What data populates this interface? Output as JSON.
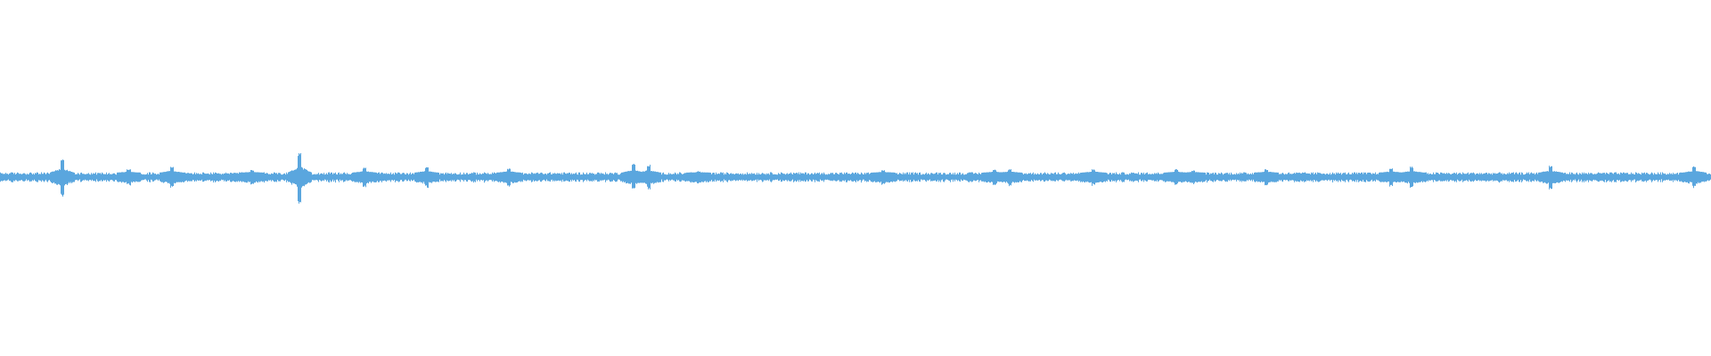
{
  "waveform": {
    "color": "#5aa6de",
    "background": "#ffffff",
    "amplitude_scale": [
      -1,
      1
    ],
    "baseline_amplitude": 0.025,
    "spikes": [
      {
        "t": 0.036,
        "amp": 0.105
      },
      {
        "t": 0.075,
        "amp": 0.045
      },
      {
        "t": 0.1,
        "amp": 0.06
      },
      {
        "t": 0.147,
        "amp": 0.04
      },
      {
        "t": 0.175,
        "amp": 0.135
      },
      {
        "t": 0.213,
        "amp": 0.055
      },
      {
        "t": 0.249,
        "amp": 0.055
      },
      {
        "t": 0.297,
        "amp": 0.05
      },
      {
        "t": 0.37,
        "amp": 0.075
      },
      {
        "t": 0.379,
        "amp": 0.07
      },
      {
        "t": 0.408,
        "amp": 0.035
      },
      {
        "t": 0.516,
        "amp": 0.04
      },
      {
        "t": 0.581,
        "amp": 0.045
      },
      {
        "t": 0.59,
        "amp": 0.045
      },
      {
        "t": 0.639,
        "amp": 0.045
      },
      {
        "t": 0.687,
        "amp": 0.045
      },
      {
        "t": 0.697,
        "amp": 0.04
      },
      {
        "t": 0.74,
        "amp": 0.045
      },
      {
        "t": 0.813,
        "amp": 0.05
      },
      {
        "t": 0.825,
        "amp": 0.06
      },
      {
        "t": 0.906,
        "amp": 0.065
      },
      {
        "t": 0.99,
        "amp": 0.06
      }
    ]
  }
}
